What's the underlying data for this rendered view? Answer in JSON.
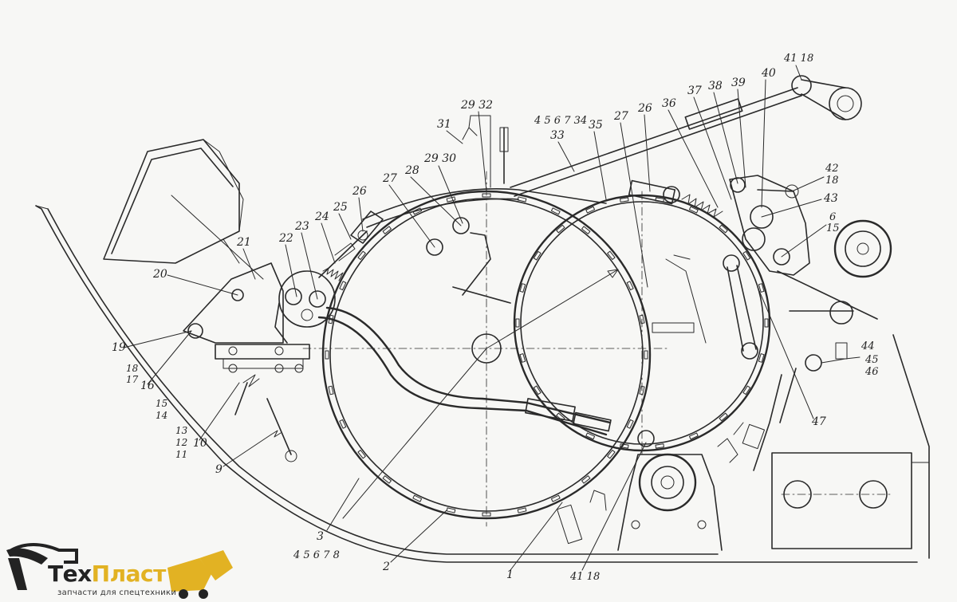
{
  "labels": {
    "l1": "1",
    "l2": "2",
    "l3": "3",
    "l3sub": "4 5 6 7 8",
    "l9": "9",
    "l10": "10",
    "l11": "11",
    "l12": "12",
    "l13": "13",
    "l14": "14",
    "l15": "15",
    "l16": "16",
    "l17": "17",
    "l18": "18",
    "l19": "19",
    "l20": "20",
    "l21": "21",
    "l22": "22",
    "l23": "23",
    "l24": "24",
    "l25": "25",
    "l26a": "26",
    "l26b": "26",
    "l27a": "27",
    "l27b": "27",
    "l28": "28",
    "l29a": "29 32",
    "l29b": "29 30",
    "l31": "31",
    "l33": "33",
    "l33top": "4 5 6 7 34",
    "l35": "35",
    "l36": "36",
    "l37": "37",
    "l38": "38",
    "l39": "39",
    "l40": "40",
    "l41top": "41 18",
    "l42": "42",
    "l42sub": "18",
    "l43": "43",
    "l6": "6",
    "l6sub": "15",
    "l44": "44",
    "l45": "45",
    "l46": "46",
    "l47": "47",
    "l41bot": "41 18"
  },
  "logo": {
    "name_part1": "Тех",
    "name_part2": "Пласт",
    "tagline": "запчасти для спецтехники",
    "accent_color": "#e2b223",
    "icon": "excavator-icon"
  }
}
